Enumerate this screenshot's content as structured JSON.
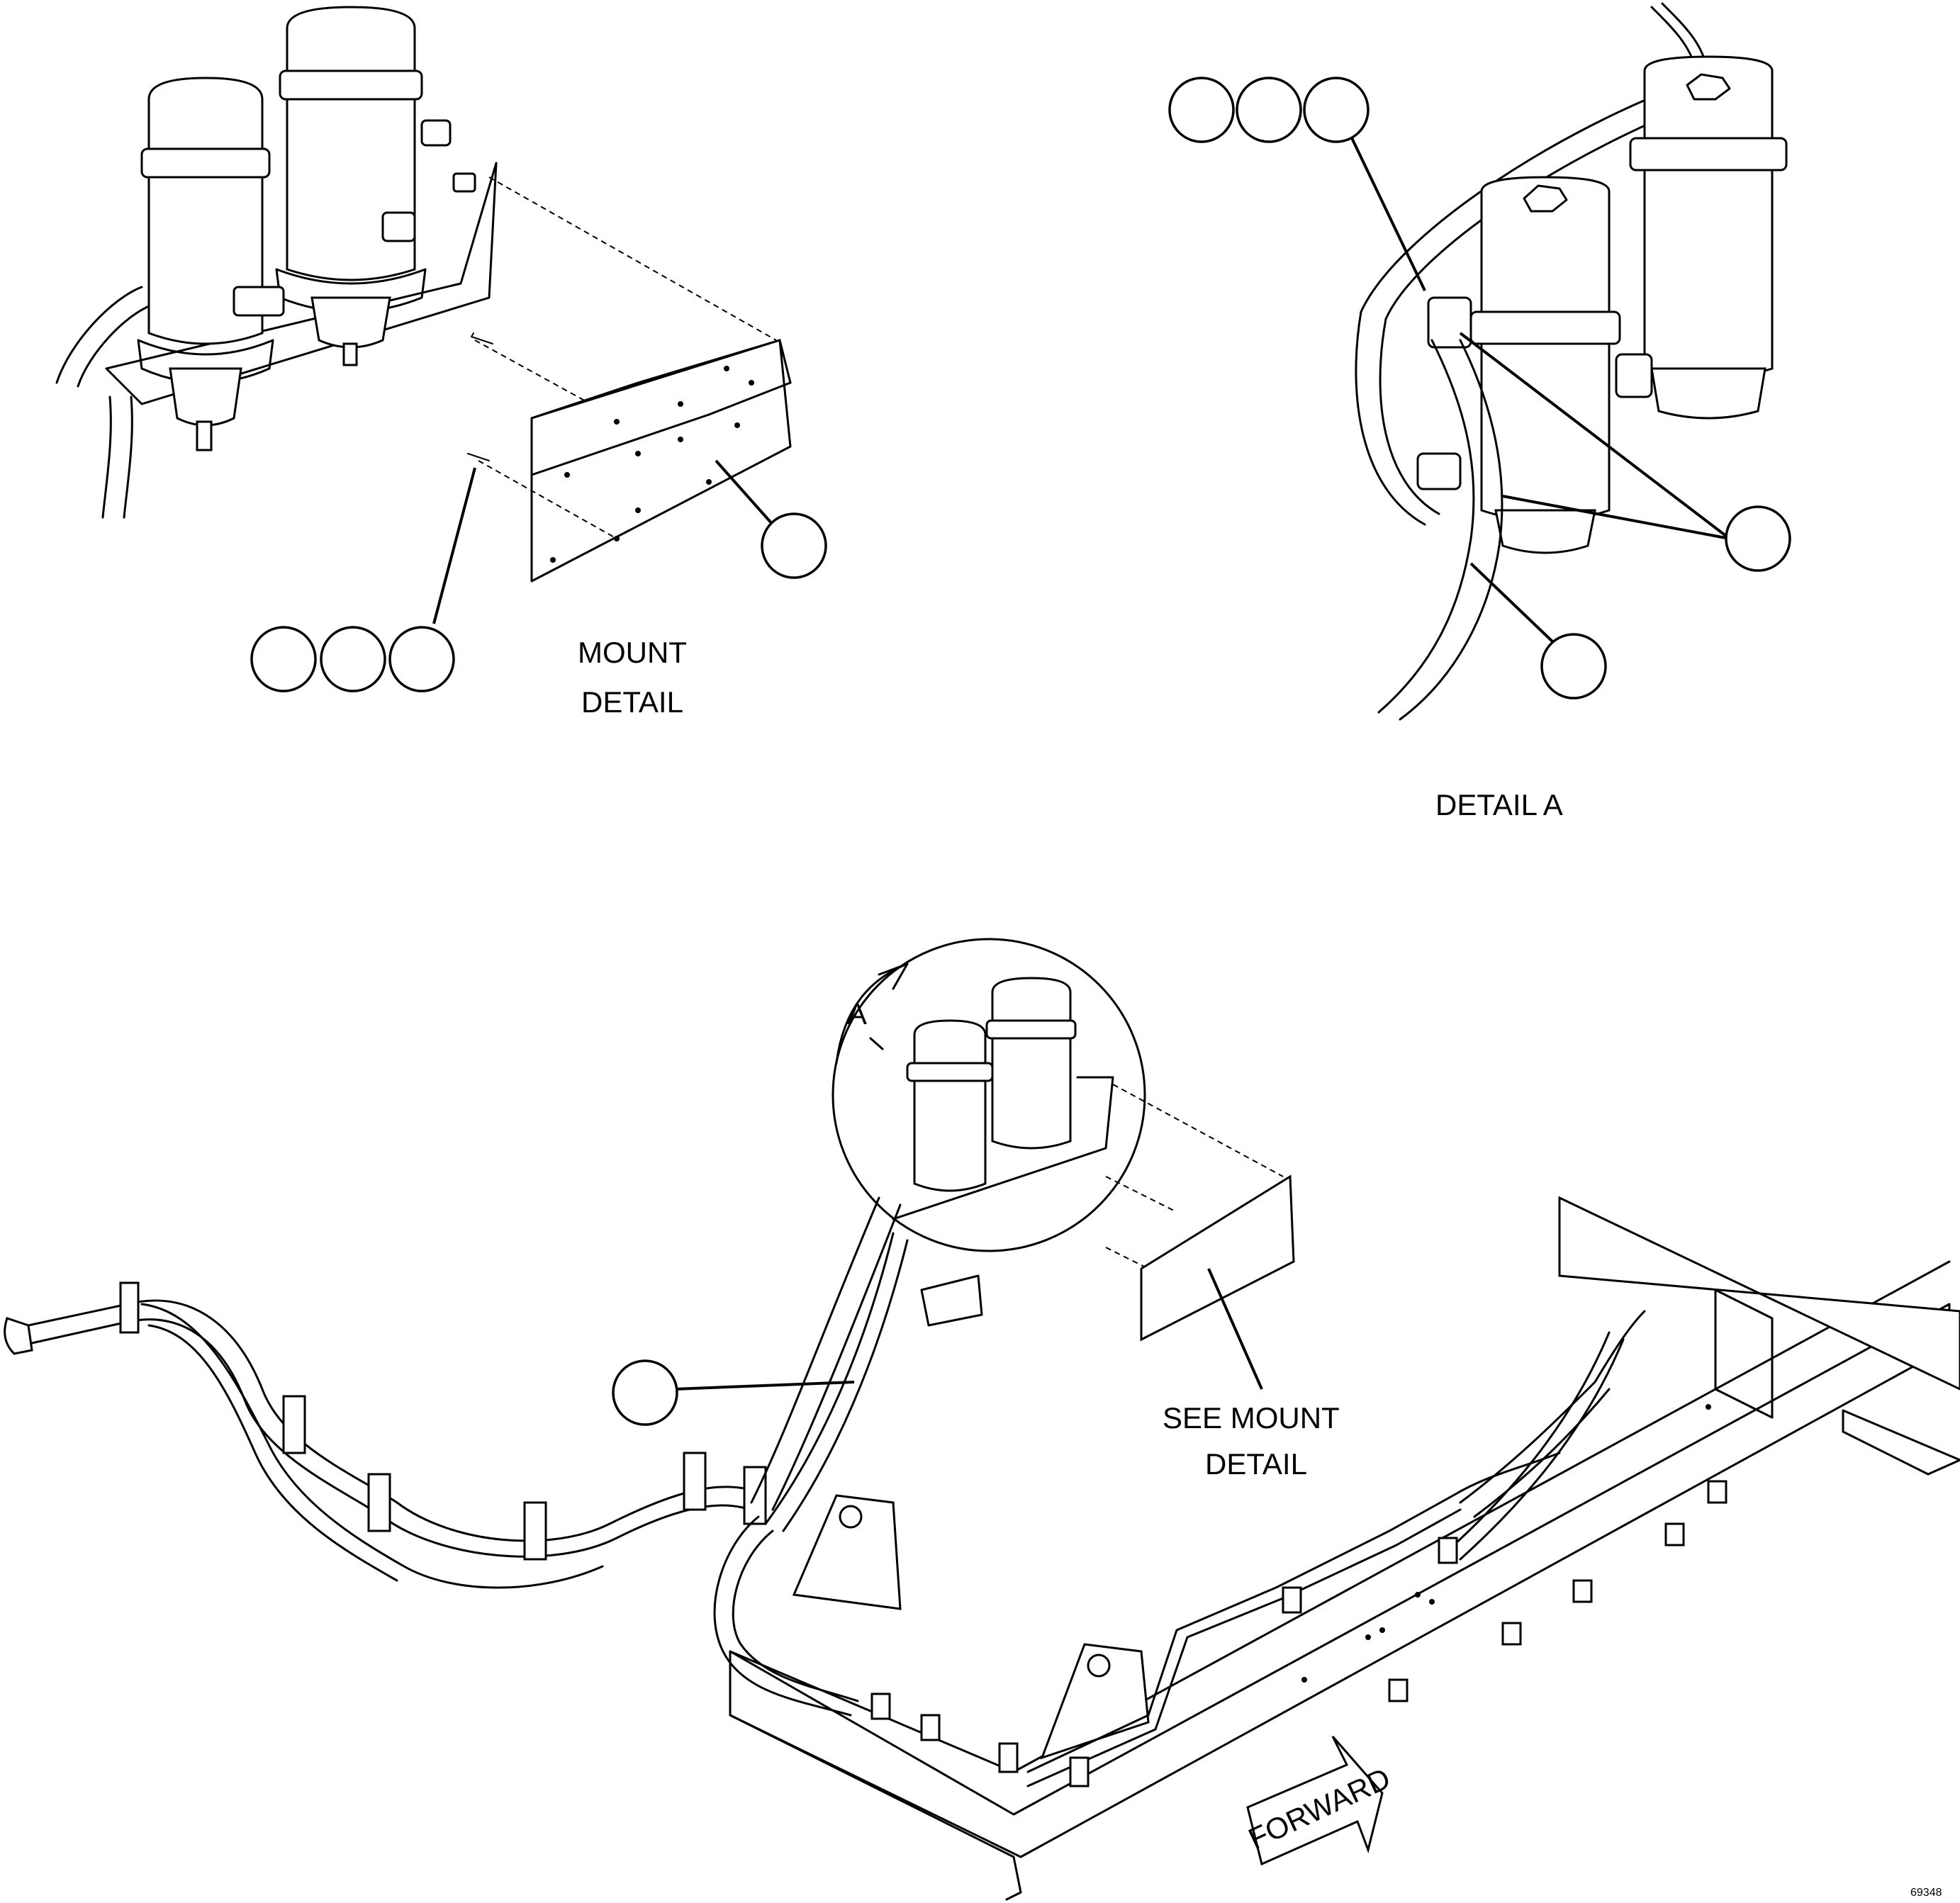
{
  "diagram": {
    "mount_detail": {
      "line1": "MOUNT",
      "line2": "DETAIL"
    },
    "detail_a": {
      "label": "DETAIL A"
    },
    "detail_marker": {
      "letter": "A"
    },
    "see_mount_detail": {
      "line1": "SEE MOUNT",
      "line2": "DETAIL"
    },
    "forward_arrow": {
      "label": "FORWARD"
    },
    "figure_number": "69348"
  }
}
